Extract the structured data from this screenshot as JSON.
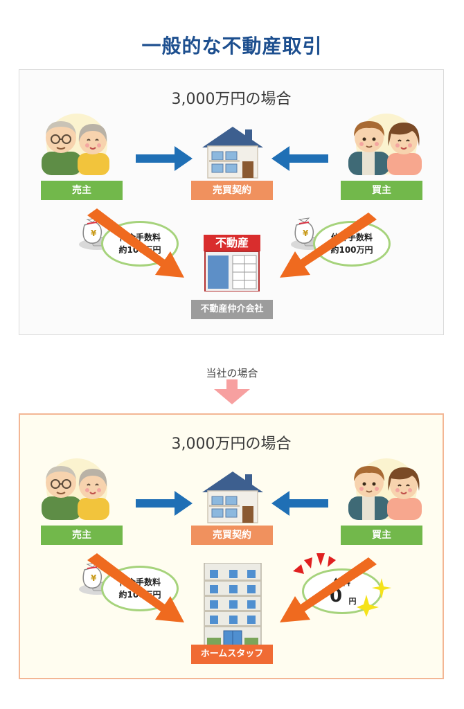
{
  "title": "一般的な不動産取引",
  "divider_label": "当社の場合",
  "scenario_top": {
    "heading": "3,000万円の場合",
    "seller_label": "売主",
    "contract_label": "売買契約",
    "buyer_label": "買主",
    "agent_label": "不動産仲介会社",
    "agent_sign": "不動産",
    "left_fee_line1": "仲介手数料",
    "left_fee_line2": "約100万円",
    "right_fee_line1": "仲介手数料",
    "right_fee_line2": "約100万円"
  },
  "scenario_bottom": {
    "heading": "3,000万円の場合",
    "seller_label": "売主",
    "contract_label": "売買契約",
    "buyer_label": "買主",
    "company_label": "ホームスタッフ",
    "left_fee_line1": "仲介手数料",
    "left_fee_line2": "約100万円",
    "free_label": "無料",
    "free_amount": "0",
    "free_unit": "円"
  },
  "colors": {
    "title": "#1d4f8f",
    "label_green": "#72b84b",
    "label_orange": "#f0915e",
    "label_gray": "#9c9c9c",
    "label_red": "#f06b34",
    "arrow_blue": "#1f6fb5",
    "arrow_orange": "#ef6a1f",
    "arrow_pink": "#f7a0a0"
  },
  "icons": [
    "elderly-couple-icon",
    "young-couple-icon",
    "house-icon",
    "money-bag-icon",
    "real-estate-office-icon",
    "apartment-building-icon",
    "sparkle-icon"
  ]
}
